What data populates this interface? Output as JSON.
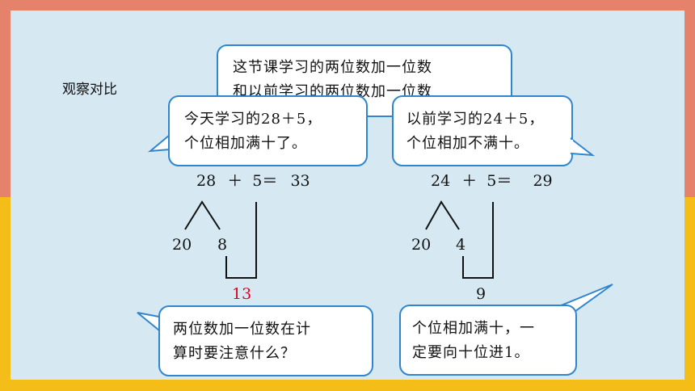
{
  "title": "观察对比",
  "top_bubble": {
    "line1": "这节课学习的两位数加一位数",
    "line2": "和以前学习的两位数加一位数"
  },
  "left_bubble": {
    "line1": "今天学习的28＋5，",
    "line2": "个位相加满十了。"
  },
  "right_bubble": {
    "line1": "以前学习的24＋5，",
    "line2": "个位相加不满十。"
  },
  "left_equation": {
    "a": "28",
    "plus": "＋",
    "b": "5＝",
    "result": "33"
  },
  "right_equation": {
    "a": "24",
    "plus": "＋",
    "b": "5＝",
    "result": "29"
  },
  "left_split": {
    "tens": "20",
    "ones": "8",
    "sum": "13",
    "sum_color": "#e0001b"
  },
  "right_split": {
    "tens": "20",
    "ones": "4",
    "sum": "9"
  },
  "question_bubble": {
    "line1": "两位数加一位数在计",
    "line2": "算时要注意什么？"
  },
  "answer_bubble": {
    "line1": "个位相加满十，一",
    "line2": "定要向十位进1。"
  },
  "colors": {
    "top_frame": "#e4826b",
    "bottom_frame": "#f4bd18",
    "board": "#d6e9f3",
    "bubble_border": "#2f86cf"
  }
}
